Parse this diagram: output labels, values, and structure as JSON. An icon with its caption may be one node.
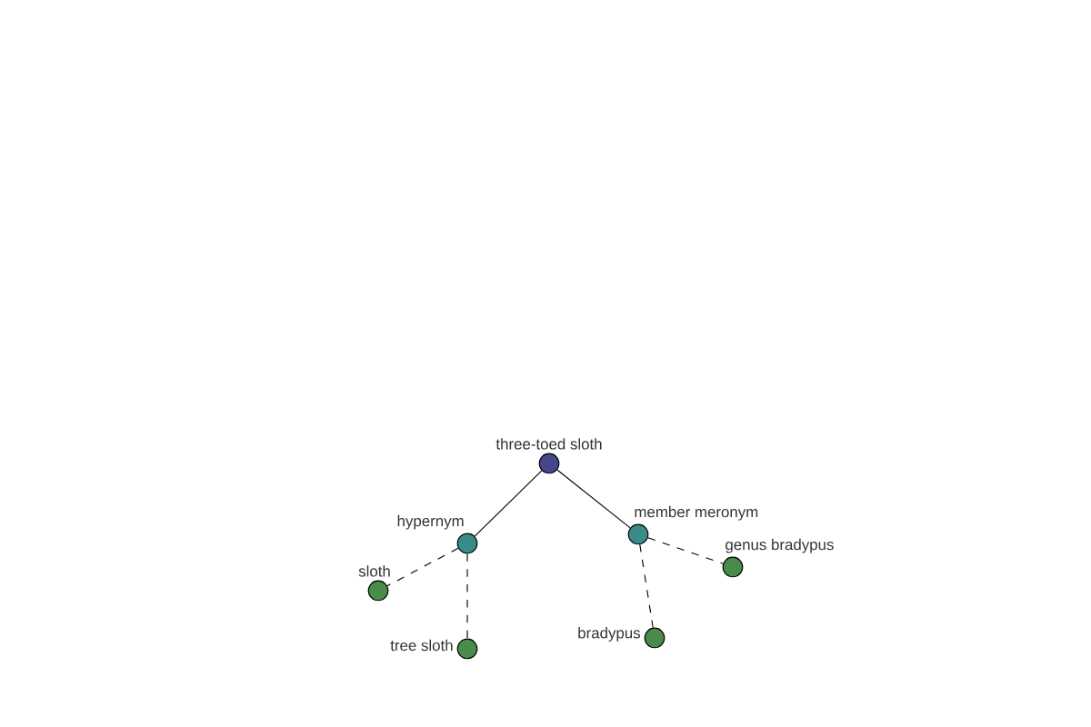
{
  "diagram": {
    "nodes": [
      {
        "text": [
          "three-toed sloth"
        ]
      },
      {
        "text": [
          "hypernym"
        ]
      },
      {
        "text": [
          "member meronym"
        ]
      },
      {
        "text": [
          "sloth"
        ]
      },
      {
        "text": [
          "genus bradypus"
        ]
      },
      {
        "text": [
          "tree sloth"
        ]
      },
      {
        "text": [
          "bradypus"
        ]
      }
    ],
    "edges": [
      {
        "from": 0,
        "to": 1,
        "arrow": "none"
      },
      {
        "from": 0,
        "to": 2,
        "arrow": "none"
      },
      {
        "from": 1,
        "to": 3,
        "arrow": "none",
        "style": "dashed"
      },
      {
        "from": 1,
        "to": 5,
        "arrow": "none",
        "style": "dashed"
      },
      {
        "from": 2,
        "to": 6,
        "arrow": "none",
        "style": "dashed"
      },
      {
        "from": 2,
        "to": 4,
        "arrow": "none",
        "style": "dashed"
      }
    ]
  }
}
